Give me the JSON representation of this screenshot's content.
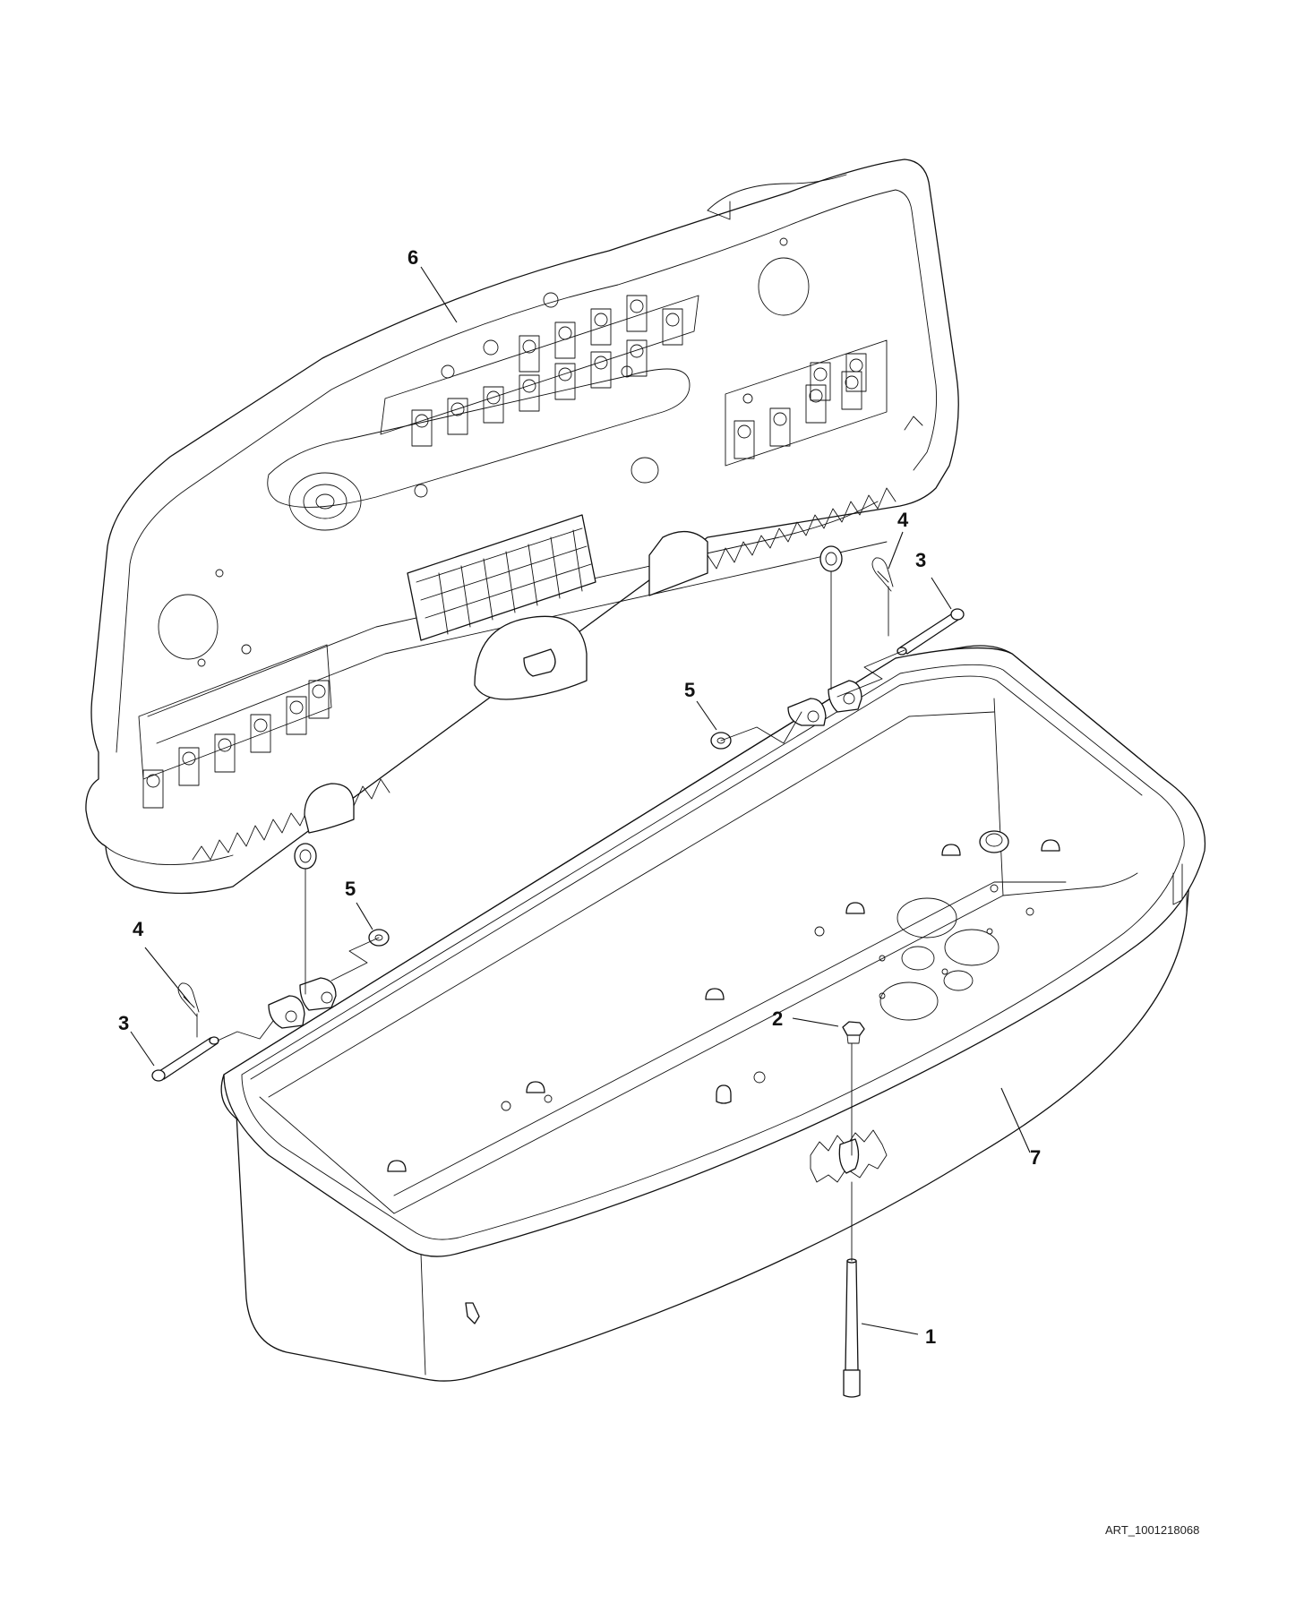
{
  "diagram": {
    "callouts": [
      {
        "id": "c6",
        "label": "6"
      },
      {
        "id": "c4a",
        "label": "4"
      },
      {
        "id": "c3a",
        "label": "3"
      },
      {
        "id": "c5a",
        "label": "5"
      },
      {
        "id": "c5b",
        "label": "5"
      },
      {
        "id": "c4b",
        "label": "4"
      },
      {
        "id": "c3b",
        "label": "3"
      },
      {
        "id": "c2",
        "label": "2"
      },
      {
        "id": "c7",
        "label": "7"
      },
      {
        "id": "c1",
        "label": "1"
      }
    ],
    "art_reference": "ART_1001218068"
  }
}
